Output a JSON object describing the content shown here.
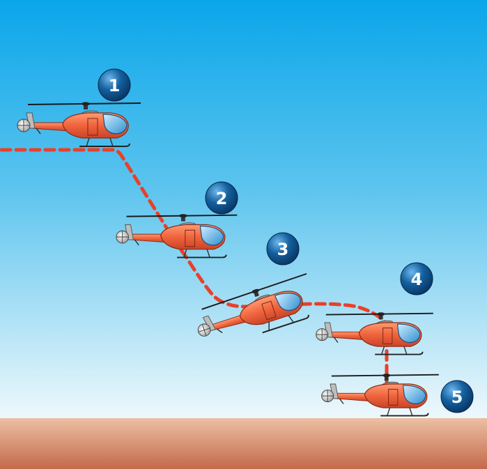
{
  "scene": {
    "sky_top_color": "#0aa6ea",
    "sky_bottom_color": "#eef8fc",
    "ground_top_color": "#ecc0a4",
    "ground_bottom_color": "#c4694a",
    "path_color": "#e8402a",
    "helicopter_body_color": "#f0643c",
    "window_color": "#5ab4e6",
    "badge_color": "#0a4f8c"
  },
  "steps": [
    {
      "label": "1"
    },
    {
      "label": "2"
    },
    {
      "label": "3"
    },
    {
      "label": "4"
    },
    {
      "label": "5"
    }
  ]
}
